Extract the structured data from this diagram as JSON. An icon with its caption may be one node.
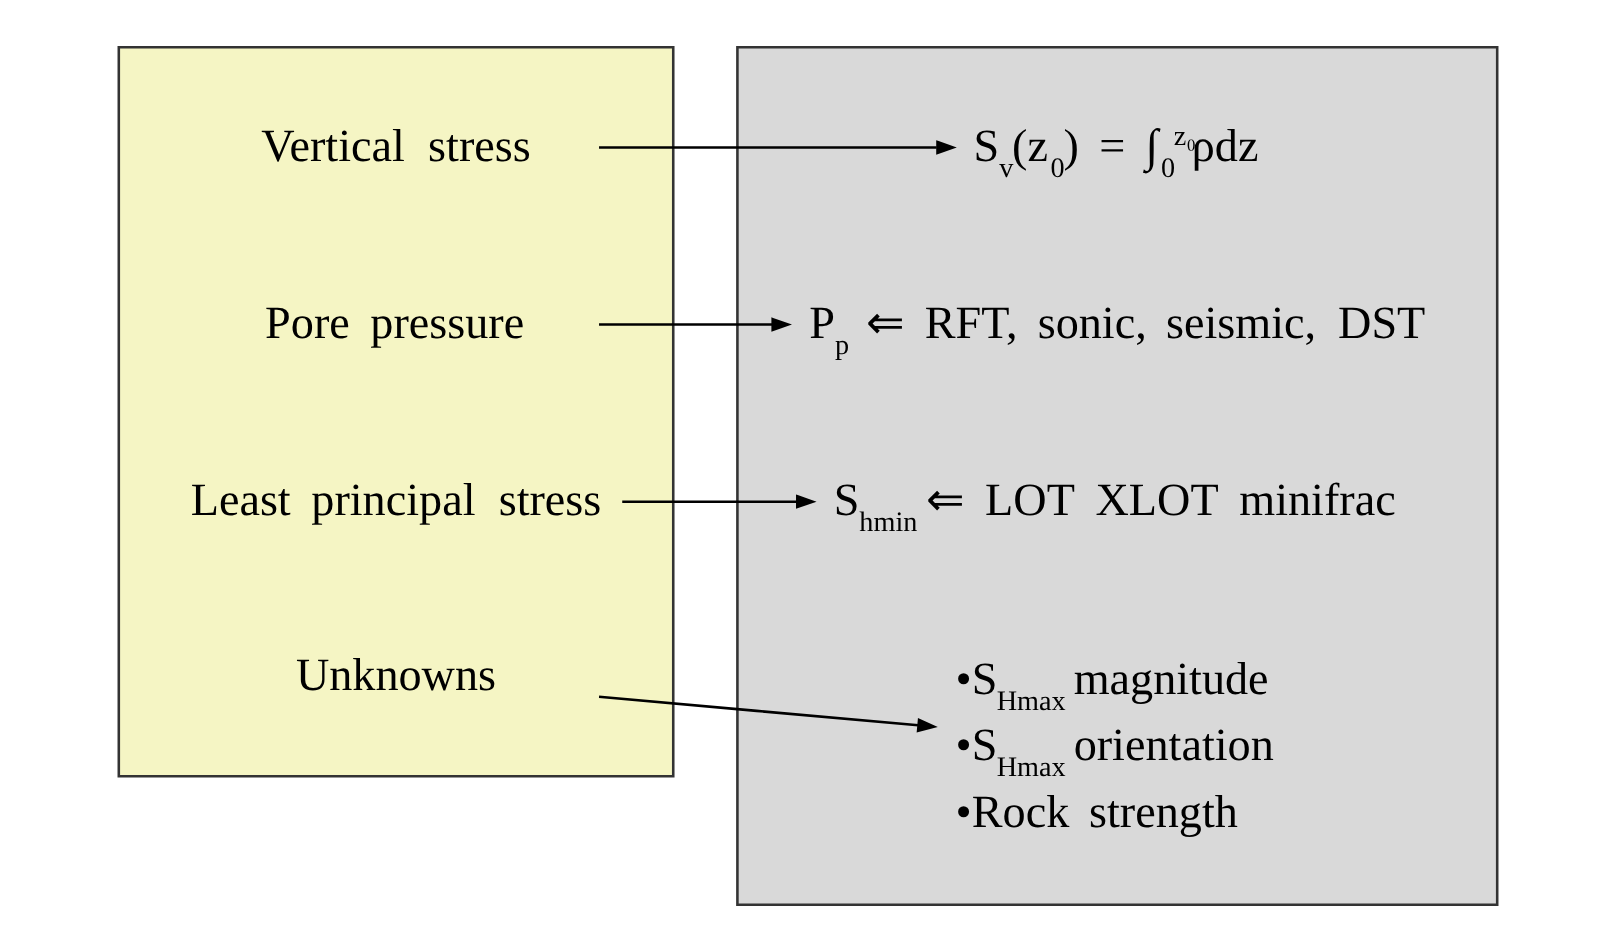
{
  "diagram": {
    "nodes": [
      {
        "text": [],
        "shape": "box"
      },
      {
        "text": [
          "Vertical stress"
        ],
        "in": 0
      },
      {
        "text": [
          "Pore pressure"
        ],
        "in": 0
      },
      {
        "text": [
          "Least principal stress"
        ],
        "in": 0
      },
      {
        "text": [
          "Unknowns"
        ],
        "in": 0
      },
      {
        "text": [],
        "shape": "box"
      },
      {
        "text": [
          "S$_{v}$(z$_{0}$) = ∫$_{0}$$^{z₀}$ρdz"
        ],
        "in": 5
      },
      {
        "text": [
          "P$_{p}$ ⇐ RFT, sonic, seismic, DST"
        ],
        "in": 5
      },
      {
        "text": [
          "S$_{hmin}$ ⇐ LOT XLOT minifrac"
        ],
        "in": 5
      },
      {
        "text": [
          "•S$_{Hmax}$ magnitude",
          "•S$_{Hmax}$ orientation",
          "•Rock strength"
        ],
        "in": 5
      }
    ],
    "edges": [
      {
        "from": 1,
        "to": 6,
        "arrow": "to"
      },
      {
        "from": 2,
        "to": 7,
        "arrow": "to"
      },
      {
        "from": 3,
        "to": 8,
        "arrow": "to"
      },
      {
        "from": 4,
        "to": 9,
        "arrow": "to"
      }
    ]
  }
}
